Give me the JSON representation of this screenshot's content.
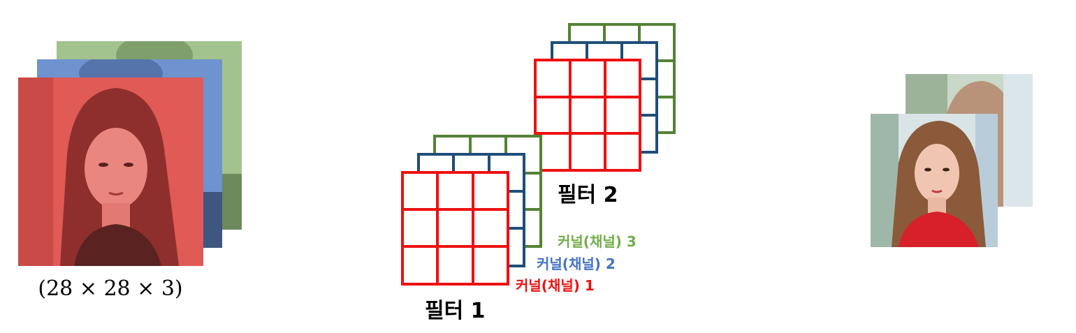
{
  "input": {
    "dimension_label": "(28 × 28 × 3)",
    "channel_colors": {
      "red": "#e05a56",
      "blue": "#6f93cf",
      "green": "#a3c38e"
    }
  },
  "filters": [
    {
      "title": "필터 1",
      "kernels": [
        {
          "label": "커널(채널) 1",
          "color": "#ee1111"
        },
        {
          "label": "커널(채널) 2",
          "color": "#4472c4"
        },
        {
          "label": "커널(채널) 3",
          "color": "#70ad47"
        }
      ]
    },
    {
      "title": "필터 2"
    }
  ],
  "colors": {
    "red_kernel": "#ee1111",
    "blue_kernel": "#1f4e79",
    "green_kernel": "#548235",
    "label_red": "#ee1111",
    "label_blue": "#4472c4",
    "label_green": "#70ad47"
  }
}
